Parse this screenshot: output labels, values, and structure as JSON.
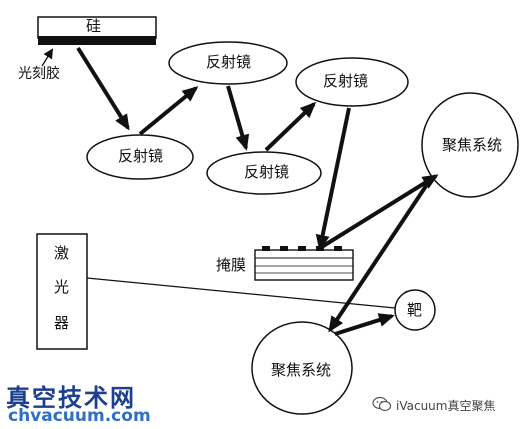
{
  "diagram": {
    "silicon_label": "硅",
    "photoresist_label": "光刻胶",
    "mirror_1_label": "反射镜",
    "mirror_2_label": "反射镜",
    "mirror_3_label": "反射镜",
    "mirror_4_label": "反射镜",
    "focusing_system_upper_label": "聚焦系统",
    "focusing_system_lower_label": "聚焦系统",
    "mask_label": "掩膜",
    "laser_label_chars": [
      "激",
      "光",
      "器"
    ],
    "target_label": "靶"
  },
  "watermarks": {
    "site_name": "真空技术网",
    "site_url": "chvacuum.com",
    "channel_name": "iVacuum真空聚焦"
  },
  "colors": {
    "ink": "#111111",
    "watermark_blue": "#1d3f8f",
    "watermark_light_blue": "#2f6fc5"
  }
}
